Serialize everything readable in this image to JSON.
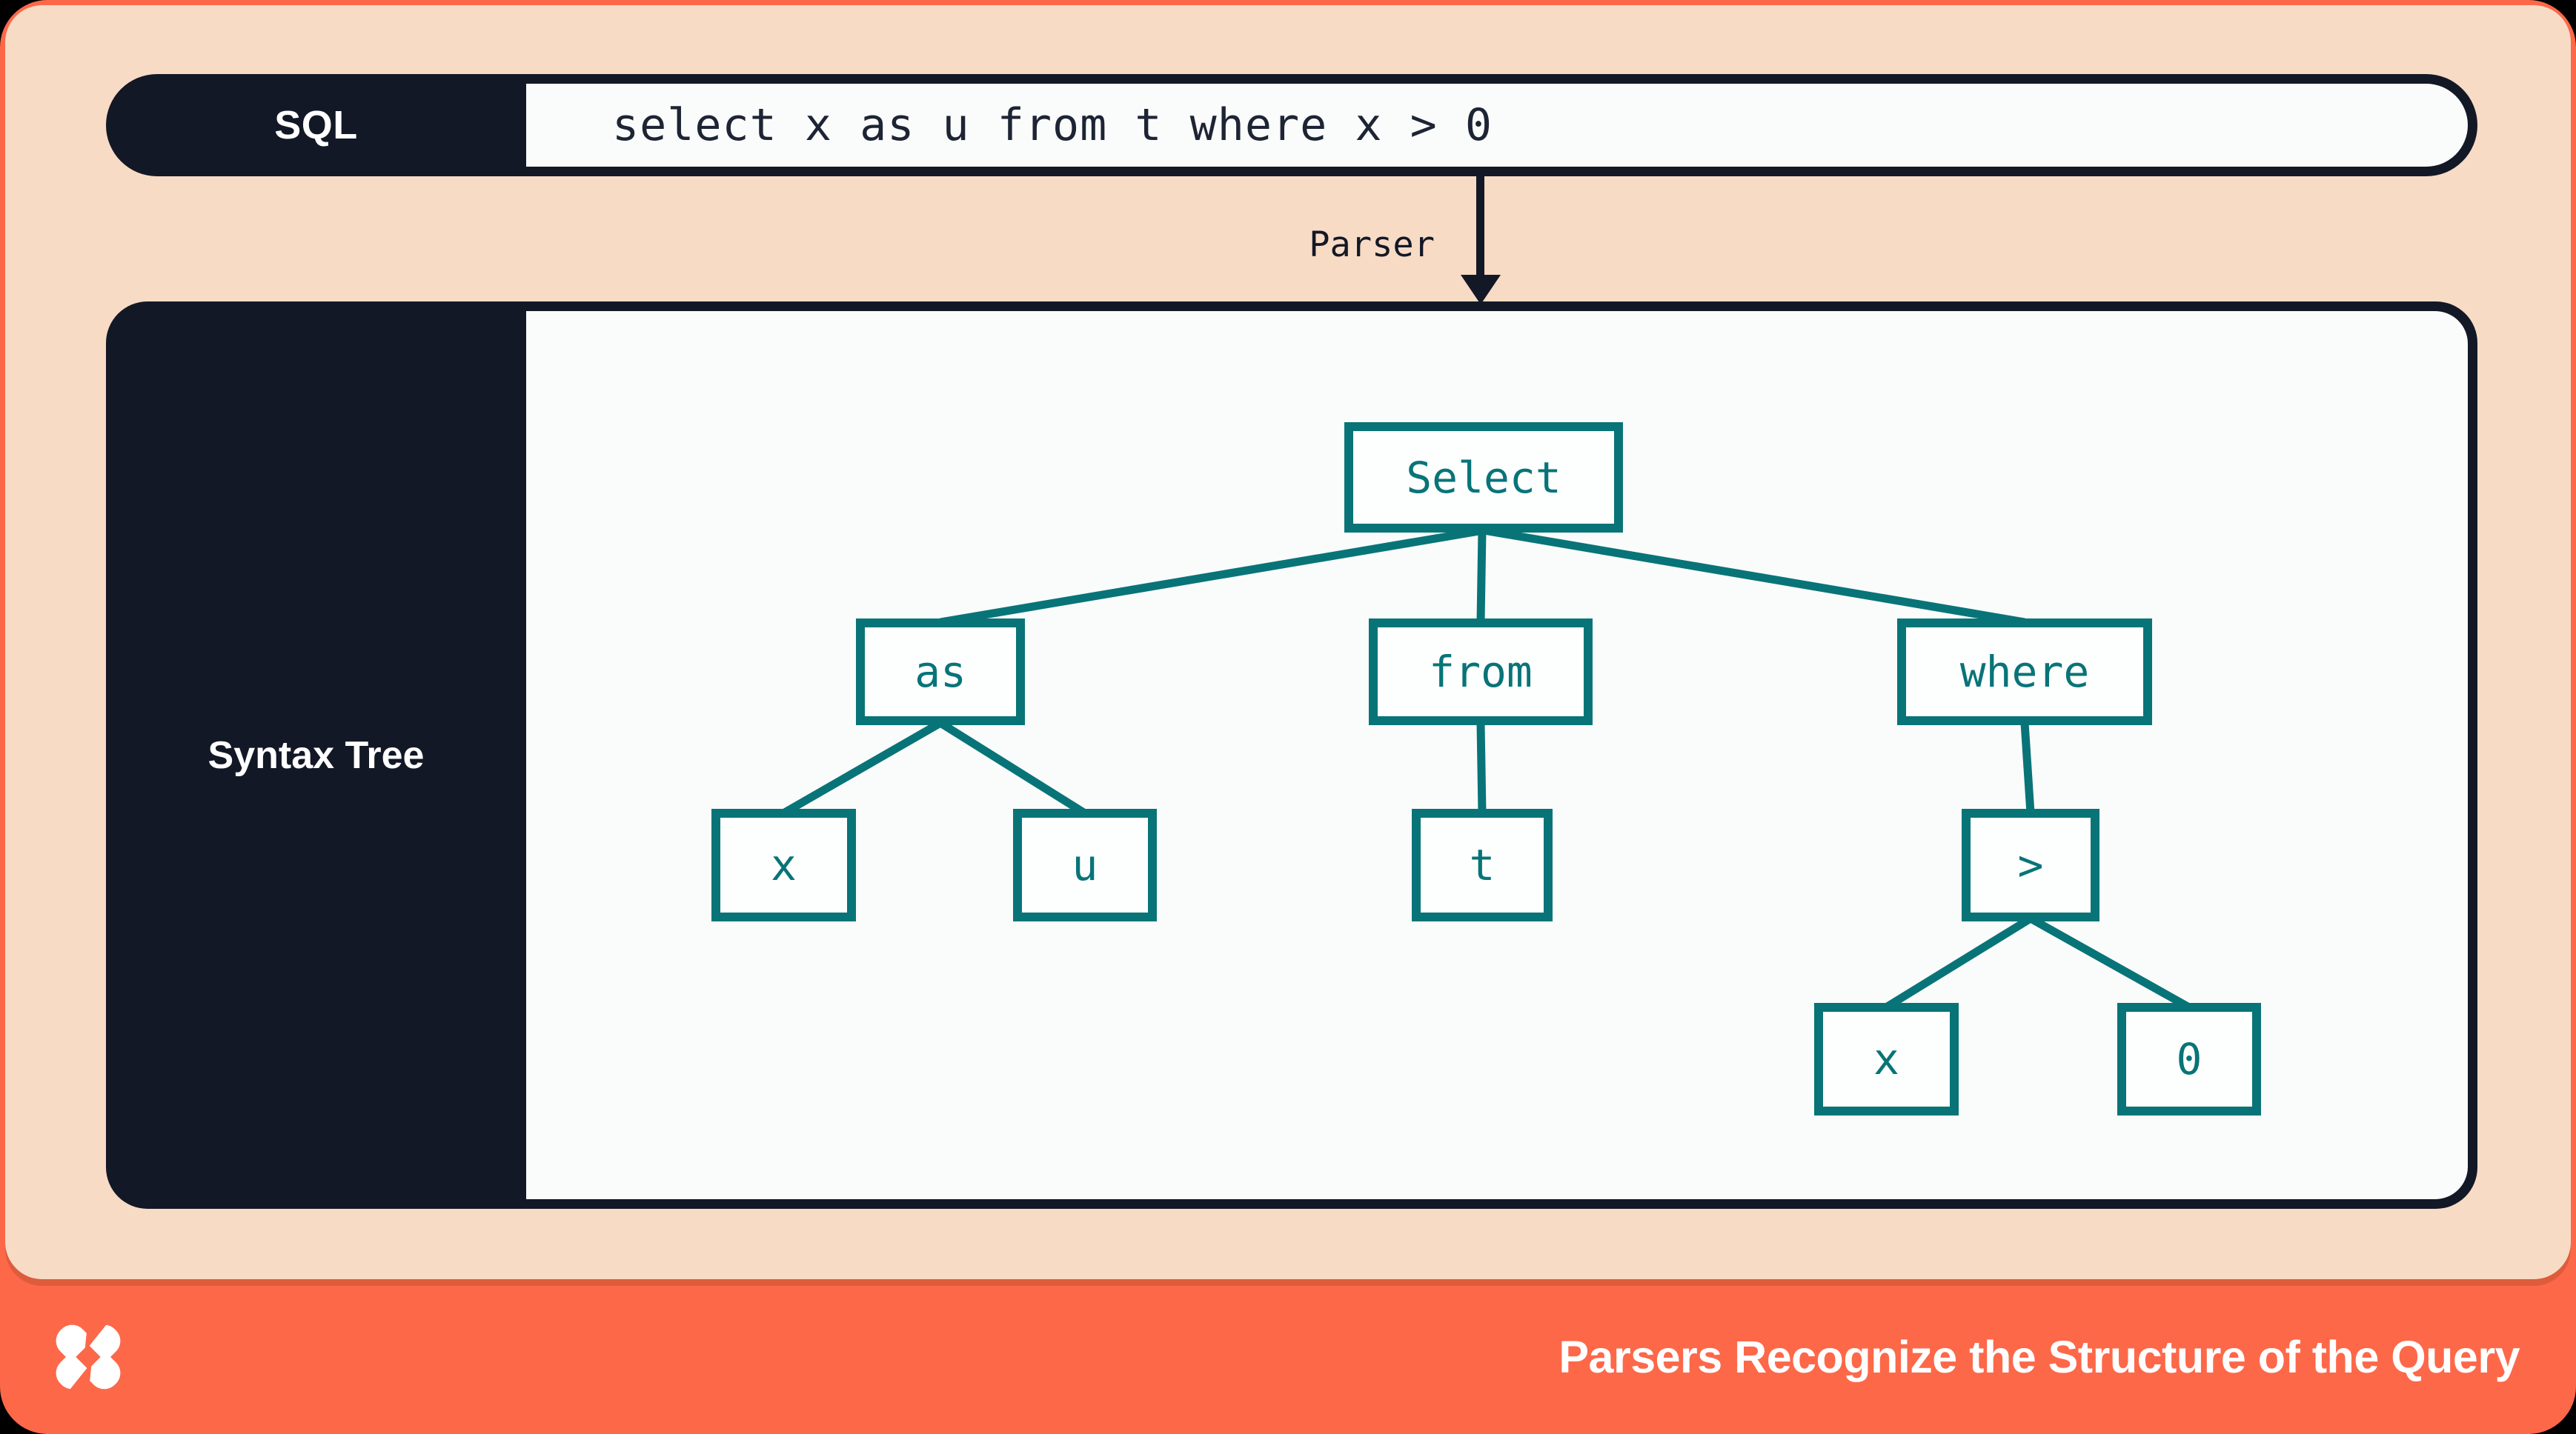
{
  "sql_bar": {
    "label": "SQL",
    "query": "select x as u from t where x > 0"
  },
  "parser_arrow": {
    "label": "Parser"
  },
  "syntax_tree": {
    "label": "Syntax Tree",
    "nodes": [
      {
        "id": "select",
        "text": "Select"
      },
      {
        "id": "as",
        "text": "as"
      },
      {
        "id": "from",
        "text": "from"
      },
      {
        "id": "where",
        "text": "where"
      },
      {
        "id": "x1",
        "text": "x"
      },
      {
        "id": "u",
        "text": "u"
      },
      {
        "id": "t",
        "text": "t"
      },
      {
        "id": "gt",
        "text": ">"
      },
      {
        "id": "x2",
        "text": "x"
      },
      {
        "id": "zero",
        "text": "0"
      }
    ],
    "edges": [
      {
        "from": "Select",
        "to": "as"
      },
      {
        "from": "Select",
        "to": "from"
      },
      {
        "from": "Select",
        "to": "where"
      },
      {
        "from": "as",
        "to": "x"
      },
      {
        "from": "as",
        "to": "u"
      },
      {
        "from": "from",
        "to": "t"
      },
      {
        "from": "where",
        "to": ">"
      },
      {
        "from": ">",
        "to": "x"
      },
      {
        "from": ">",
        "to": "0"
      }
    ]
  },
  "footer": {
    "caption": "Parsers Recognize the Structure of the Query",
    "logo_icon": "dolt-x-logo"
  },
  "colors": {
    "coral": "#fd6849",
    "peach": "#f8dbc5",
    "navy": "#131826",
    "teal": "#087478",
    "paper": "#fafbfb"
  }
}
